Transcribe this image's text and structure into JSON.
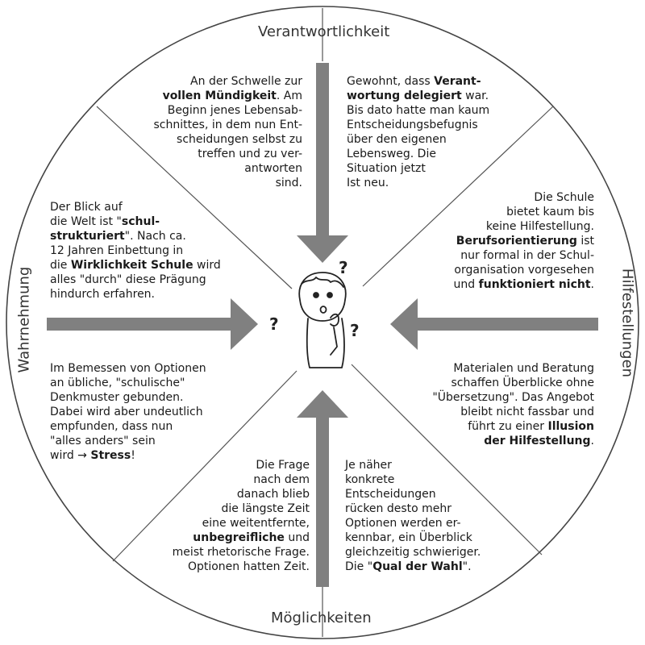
{
  "labels": {
    "top": "Verantwortlichkeit",
    "right": "Hilfestellungen",
    "bottom": "Möglichkeiten",
    "left": "Wahrnehmung"
  },
  "segments": {
    "top_left": [
      {
        "t": "An der Schwelle  zur\n"
      },
      {
        "t": "vollen Mündigkeit",
        "b": true
      },
      {
        "t": ". Am\nBeginn jenes Lebensab-\nschnittes, in dem nun Ent-\nscheidungen selbst zu\ntreffen und zu ver-\nantworten\nsind."
      }
    ],
    "top_right": [
      {
        "t": "Gewohnt, dass "
      },
      {
        "t": "Verant-\nwortung delegiert",
        "b": true
      },
      {
        "t": " war.\nBis dato hatte man kaum\nEntscheidungsbefugnis\nüber den eigenen\nLebensweg. Die\nSituation jetzt\nIst neu."
      }
    ],
    "left_upper": [
      {
        "t": "Der Blick auf\ndie Welt ist \""
      },
      {
        "t": "schul-\nstrukturiert",
        "b": true
      },
      {
        "t": "\". Nach ca.\n12 Jahren Einbettung in\ndie "
      },
      {
        "t": "Wirklichkeit Schule",
        "b": true
      },
      {
        "t": " wird\nalles \"durch\" diese Prägung\nhindurch erfahren."
      }
    ],
    "right_upper": [
      {
        "t": "Die Schule\nbietet kaum bis\nkeine Hilfestellung.\n"
      },
      {
        "t": "Berufsorientierung",
        "b": true
      },
      {
        "t": " ist\nnur formal in der Schul-\norganisation vorgesehen\nund "
      },
      {
        "t": "funktioniert nicht",
        "b": true
      },
      {
        "t": "."
      }
    ],
    "left_lower": [
      {
        "t": "Im Bemessen von Optionen\nan übliche, \"schulische\"\nDenkmuster gebunden.\nDabei wird aber undeutlich\nempfunden, dass nun\n\"alles anders\" sein\nwird → "
      },
      {
        "t": "Stress",
        "b": true
      },
      {
        "t": "!"
      }
    ],
    "right_lower": [
      {
        "t": "Materialen und Beratung\nschaffen Überblicke ohne\n\"Übersetzung\". Das Angebot\nbleibt nicht fassbar und\nführt zu einer "
      },
      {
        "t": "Illusion\nder Hilfestellung",
        "b": true
      },
      {
        "t": "."
      }
    ],
    "bottom_left": [
      {
        "t": "Die Frage\nnach dem\ndanach blieb\ndie längste Zeit\neine weitentfernte,\n"
      },
      {
        "t": "unbegreifliche",
        "b": true
      },
      {
        "t": " und\nmeist rhetorische Frage.\nOptionen hatten Zeit."
      }
    ],
    "bottom_right": [
      {
        "t": "Je näher\nkonkrete\nEntscheidungen\nrücken desto mehr\nOptionen werden er-\nkennbar, ein Überblick\ngleichzeitig schwieriger.\nDie \""
      },
      {
        "t": "Qual der Wahl",
        "b": true
      },
      {
        "t": "\"."
      }
    ]
  },
  "center": {
    "icon": "confused-person-icon",
    "question_mark": "?"
  },
  "colors": {
    "arrow": "#808080",
    "divider": "#555555",
    "circle": "#444444",
    "text": "#1a1a1a",
    "label": "#333333"
  }
}
